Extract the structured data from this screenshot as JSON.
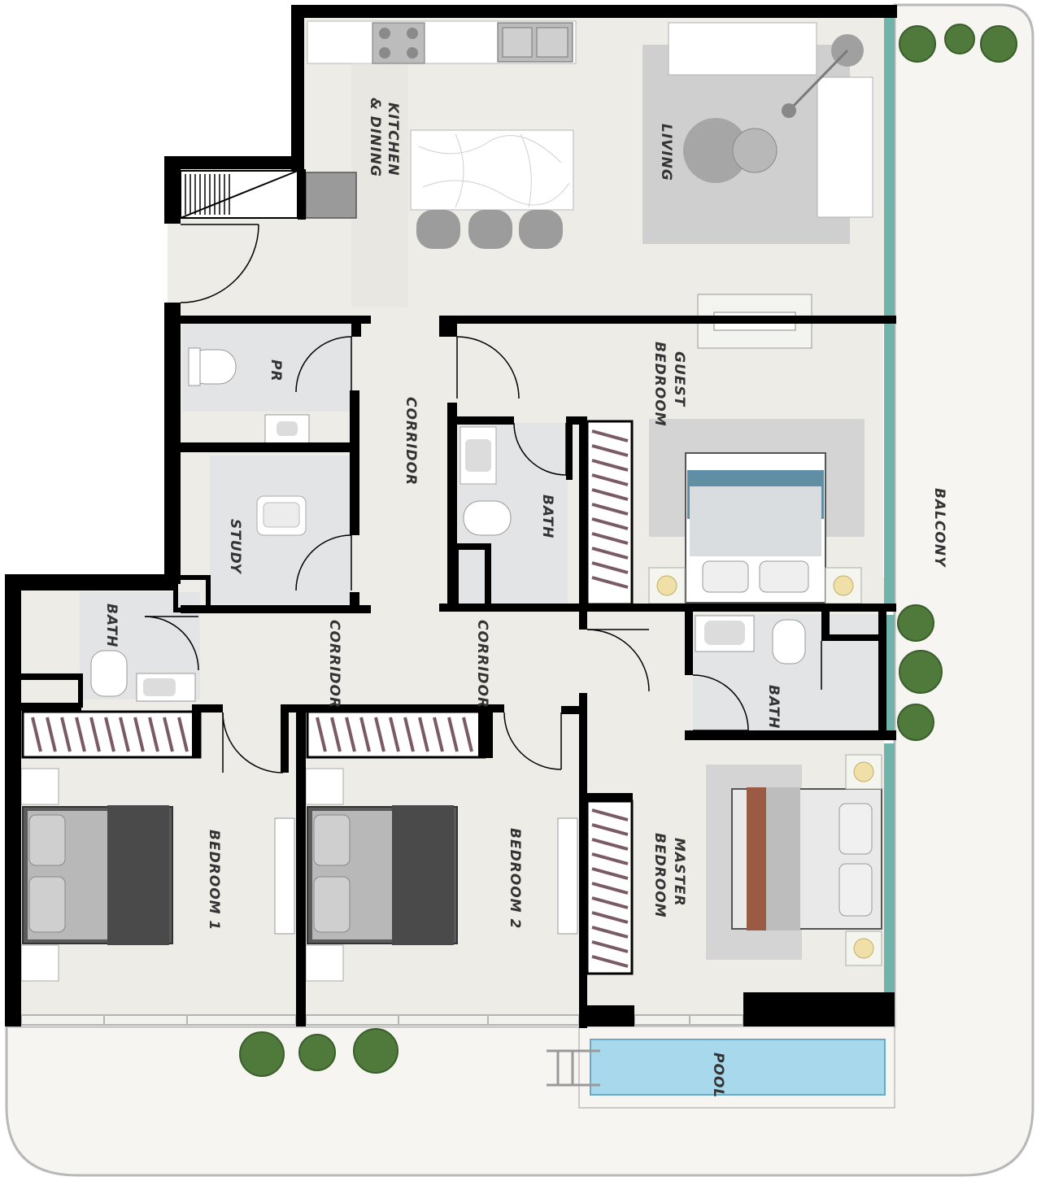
{
  "colors": {
    "floor": "#eeece7",
    "terrace": "#f6f5f1",
    "wall": "#000000",
    "glass": "#6fb3aa",
    "pool": "#a8d8ec",
    "rug": "#cfcfcf",
    "tile": "#e2e4e5",
    "plant": "#4f7a3c"
  },
  "rooms": {
    "kitchen_line1": "KITCHEN",
    "kitchen_line2": "& DINING",
    "living": "LIVING",
    "pr": "PR",
    "guest_line1": "GUEST",
    "guest_line2": "BEDROOM",
    "corridor_main": "CORRIDOR",
    "corridor_left": "CORRIDOR",
    "corridor_right": "CORRIDOR",
    "study": "STUDY",
    "bath_guest": "BATH",
    "bath_bed1": "BATH",
    "bath_master": "BATH",
    "balcony": "BALCONY",
    "bedroom1": "BEDROOM 1",
    "bedroom2": "BEDROOM 2",
    "master_line1": "MASTER",
    "master_line2": "BEDROOM",
    "pool": "POOL"
  }
}
